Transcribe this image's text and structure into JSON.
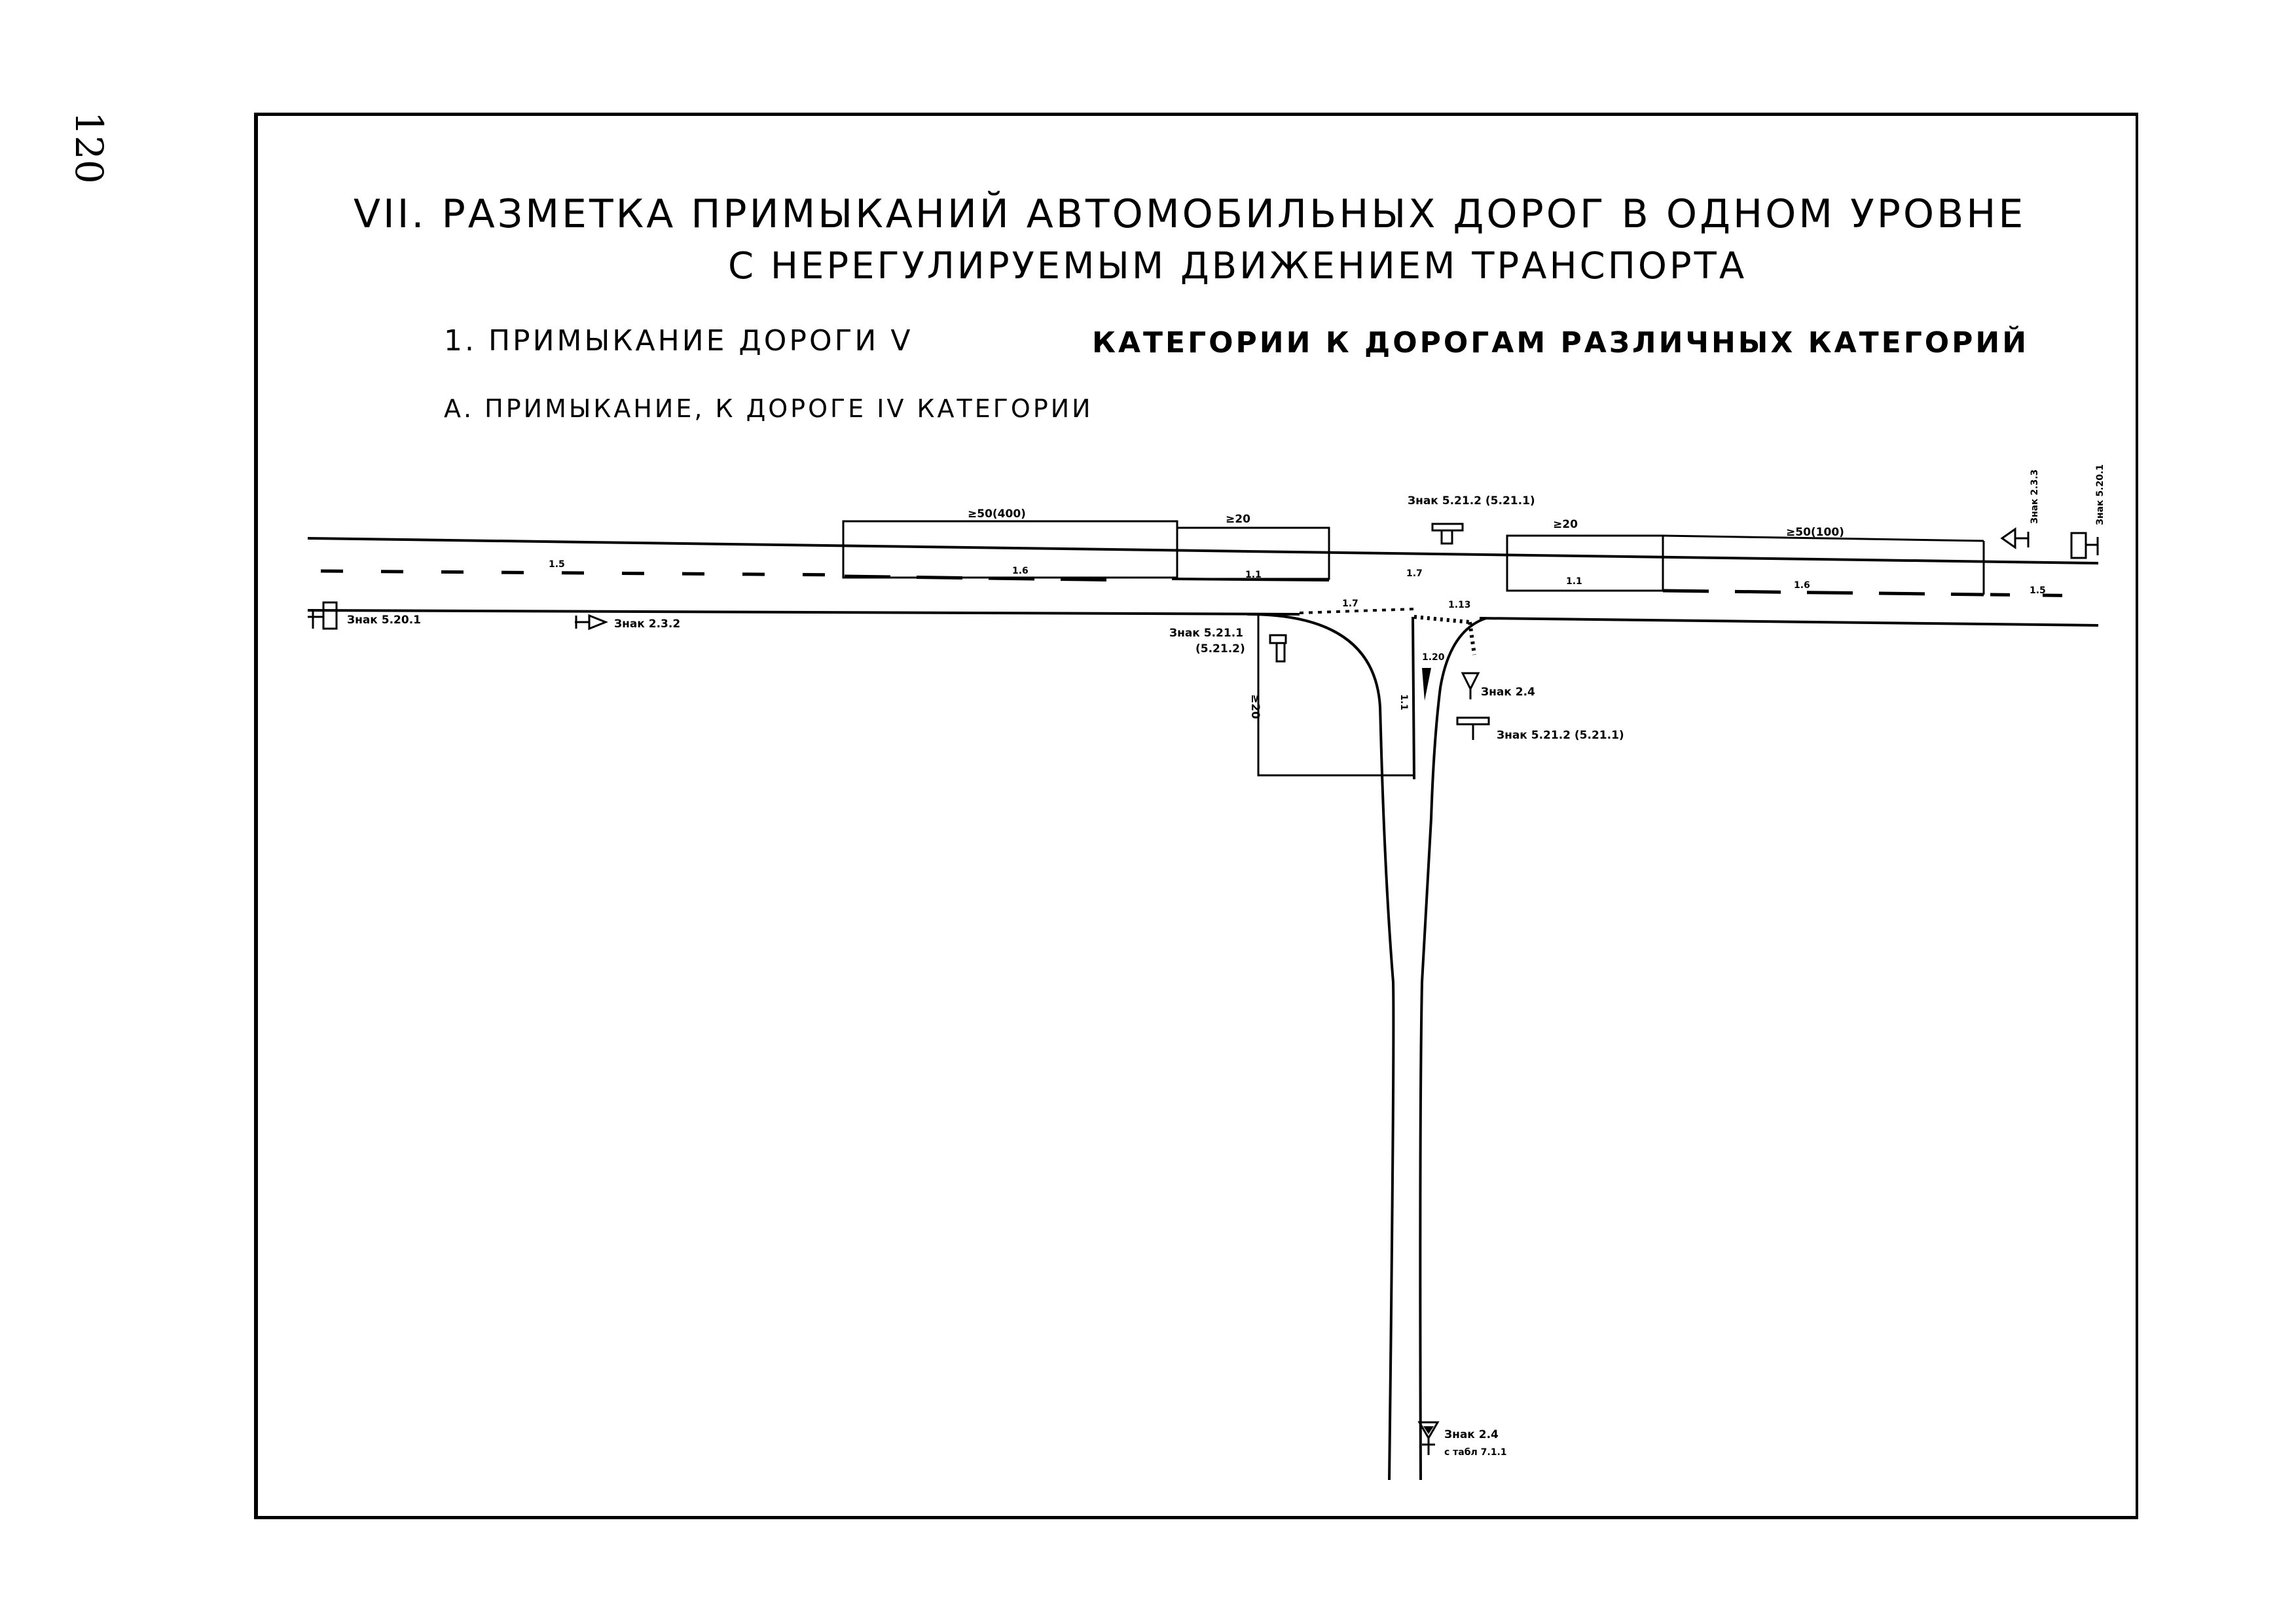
{
  "page": {
    "number": "120"
  },
  "title": {
    "line1": "VII. РАЗМЕТКА   ПРИМЫКАНИЙ АВТОМОБИЛЬНЫХ ДОРОГ В ОДНОМ УРОВНЕ",
    "line2": "С НЕРЕГУЛИРУЕМЫМ ДВИЖЕНИЕМ ТРАНСПОРТА"
  },
  "subtitle": {
    "left": "1. ПРИМЫКАНИЕ  ДОРОГИ V",
    "right": "КАТЕГОРИИ К ДОРОГАМ РАЗЛИЧНЫХ  КАТЕГОРИЙ",
    "section": "А. ПРИМЫКАНИЕ, К   ДОРОГЕ IV КАТЕГОРИИ"
  },
  "dimensions": {
    "d1": "≥50(400)",
    "d2": "≥20",
    "d3": "≥20",
    "d4": "≥50(100)",
    "d5": "≥20"
  },
  "markings": {
    "m15a": "1.5",
    "m16a": "1.6",
    "m11a": "1.1",
    "m17a": "1.7",
    "m11b": "1.1",
    "m16b": "1.6",
    "m15b": "1.5",
    "m17b": "1.7",
    "m113": "1.13",
    "m120": "1.20",
    "m11c": "1.1"
  },
  "signs": {
    "s1": "Знак 5.20.1",
    "s2": "Знак 2.3.2",
    "s3": "Знак 5.21.2 (5.21.1)",
    "s4": "Знак 2.3.3",
    "s5": "Знак 5.20.1",
    "s6a": "Знак 5.21.1",
    "s6b": "(5.21.2)",
    "s7": "Знак 2.4",
    "s8": "Знак 5.21.2 (5.21.1)",
    "s9a": "Знак 2.4",
    "s9b": "с табл 7.1.1"
  }
}
